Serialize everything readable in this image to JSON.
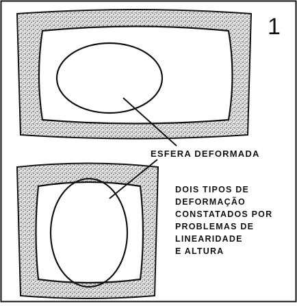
{
  "figure": {
    "number": "1",
    "callout_label": "ESFERA DEFORMADA",
    "description_lines": [
      "DOIS TIPOS DE",
      "DEFORMAÇÃO",
      "CONSTATADOS POR",
      "PROBLEMAS DE",
      "LINEARIDADE",
      "E ALTURA"
    ]
  },
  "screens": [
    {
      "name": "top",
      "distortion": "horizontal ellipse"
    },
    {
      "name": "bottom",
      "distortion": "vertical ellipse"
    }
  ],
  "colors": {
    "ink": "#111111",
    "paper": "#ffffff",
    "stipple": "#c9c9c9"
  }
}
